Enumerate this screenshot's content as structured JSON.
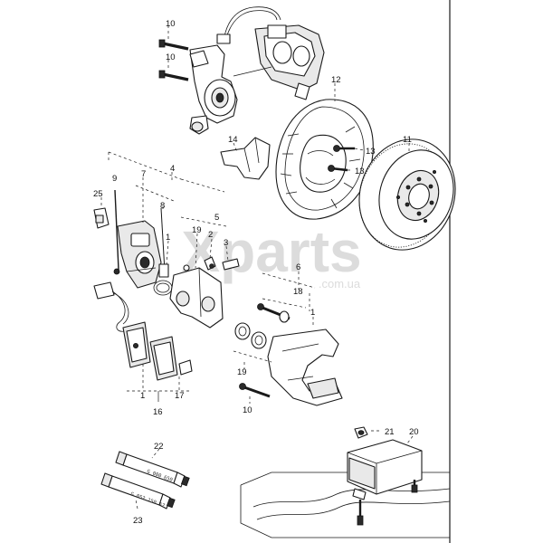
{
  "watermark": {
    "brand": "Xparts",
    "domain": ".com.ua"
  },
  "tube_labels": {
    "upper": "G 000 650",
    "lower": "G 052 150 A2"
  },
  "callouts": {
    "c10a": "10",
    "c10b": "10",
    "c10c": "10",
    "c12": "12",
    "c14": "14",
    "c13a": "13",
    "c13b": "13",
    "c11": "11",
    "c4": "4",
    "c9": "9",
    "c7": "7",
    "c8": "8",
    "c25": "25",
    "c5": "5",
    "c19a": "19",
    "c2": "2",
    "c1a": "1",
    "c3": "3",
    "c6": "6",
    "c18": "18",
    "c1b": "1",
    "c19b": "19",
    "c1c": "1",
    "c17": "17",
    "c16": "16",
    "c21": "21",
    "c20": "20",
    "c22": "22",
    "c23": "23"
  }
}
